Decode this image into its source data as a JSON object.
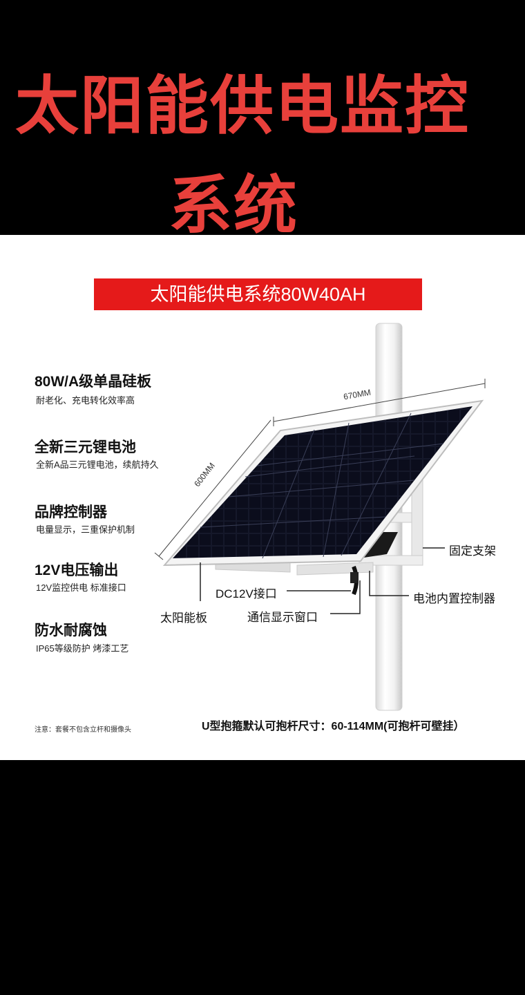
{
  "headline": {
    "line1": "太阳能供电监控",
    "line2": "系统"
  },
  "banner": "太阳能供电系统80W40AH",
  "features": [
    {
      "title": "80W/A级单晶硅板",
      "desc": "耐老化、充电转化效率高"
    },
    {
      "title": "全新三元锂电池",
      "desc": "全新A品三元锂电池，续航持久"
    },
    {
      "title": "品牌控制器",
      "desc": "电量显示，三重保护机制"
    },
    {
      "title": "12V电压输出",
      "desc": "12V监控供电 标准接口"
    },
    {
      "title": "防水耐腐蚀",
      "desc": "IP65等级防护 烤漆工艺"
    }
  ],
  "dimensions": {
    "width": "670MM",
    "height": "600MM"
  },
  "callouts": {
    "bracket": "固定支架",
    "controller": "电池内置控制器",
    "dc": "DC12V接口",
    "panel": "太阳能板",
    "window": "通信显示窗口"
  },
  "note": "注意：套餐不包含立杆和摄像头",
  "ubolt": "U型抱箍默认可抱杆尺寸：60-114MM(可抱杆可壁挂）",
  "colors": {
    "accent_red": "#e51a1a",
    "headline_red": "#e8403b",
    "background": "#000000",
    "panel_bg": "#ffffff"
  }
}
